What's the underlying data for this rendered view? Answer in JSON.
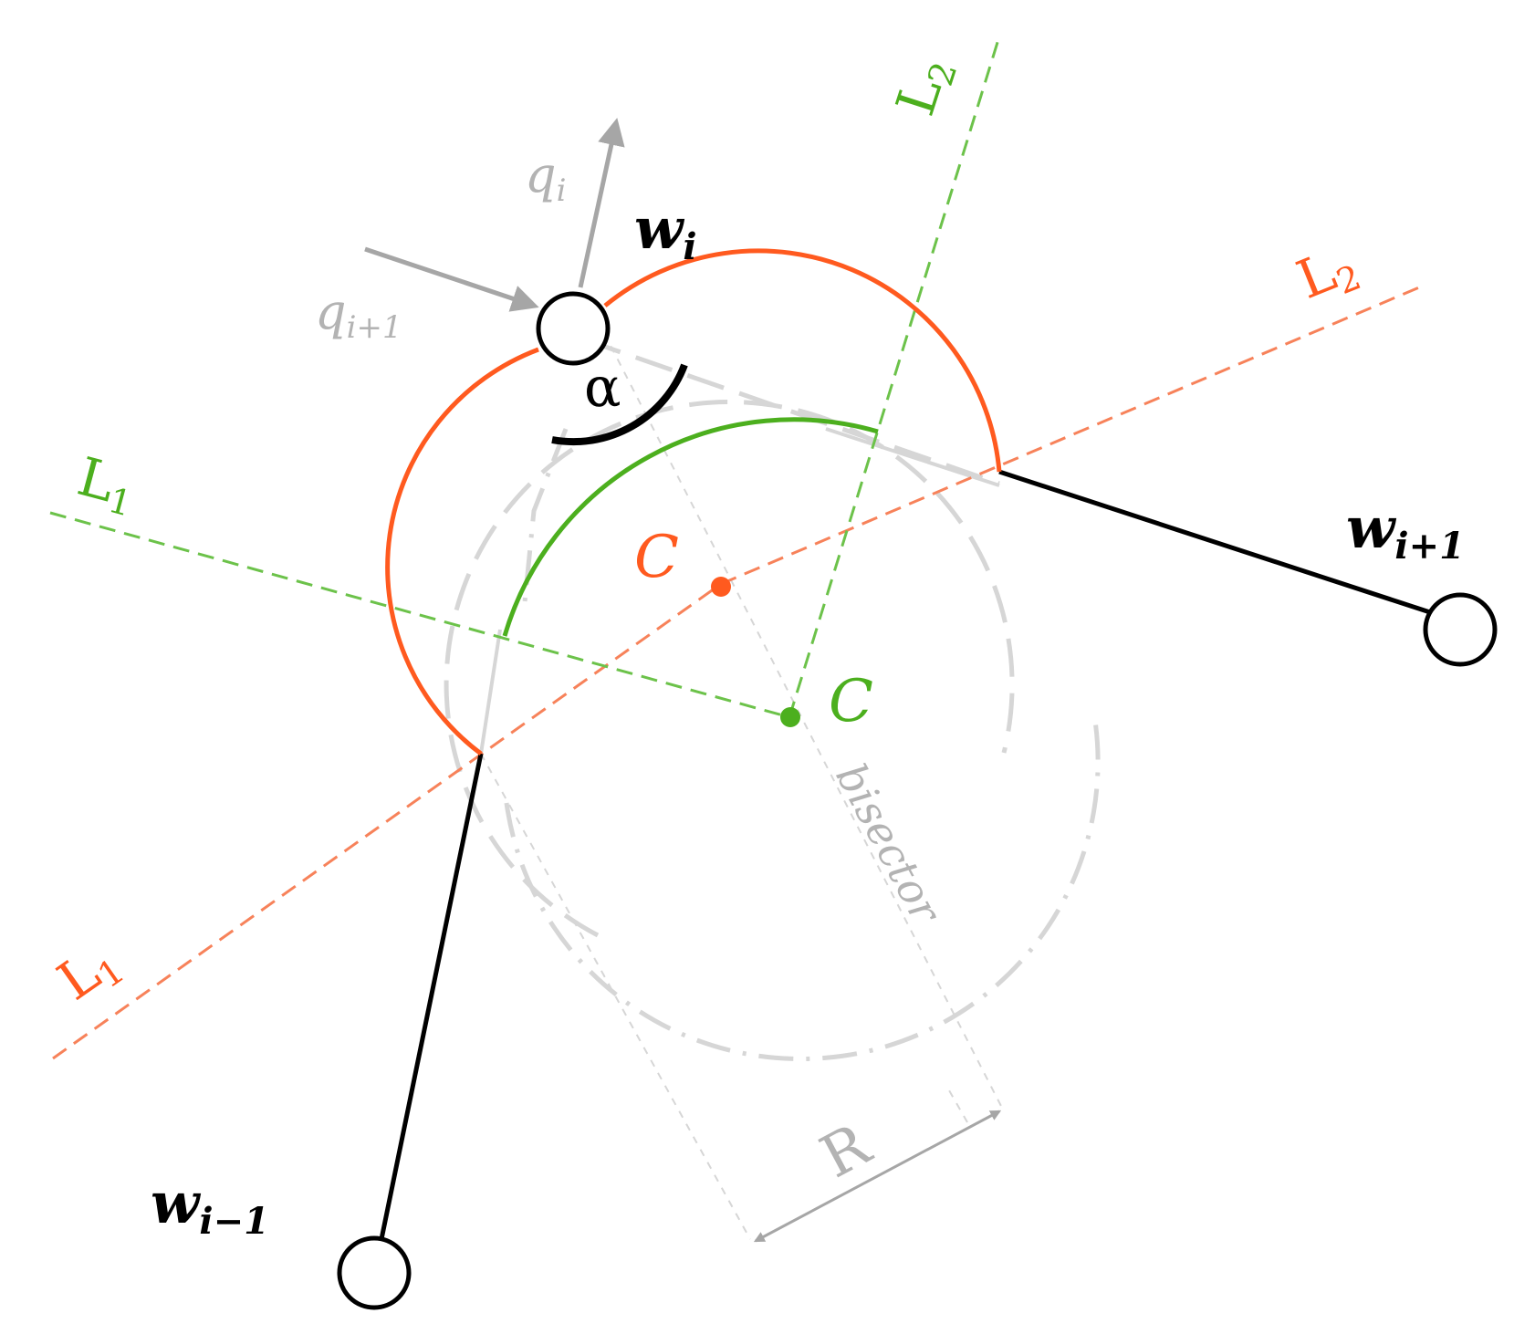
{
  "colors": {
    "orange": "#ff5a1f",
    "orange_dashed": "#f7825a",
    "green": "#4caf1e",
    "green_dashed": "#6cc24a",
    "black": "#000000",
    "gray": "#a6a6a6",
    "light_gray": "#d6d6d6"
  },
  "labels": {
    "w_i": "w",
    "w_i_sub": "i",
    "w_next": "w",
    "w_next_sub": "i+1",
    "w_prev": "w",
    "w_prev_sub": "i−1",
    "q_i": "q",
    "q_i_sub": "i",
    "q_next": "q",
    "q_next_sub": "i+1",
    "alpha": "α",
    "orange_L1": "L",
    "orange_L1_sub": "1",
    "orange_L2": "L",
    "orange_L2_sub": "2",
    "green_L1": "L",
    "green_L1_sub": "1",
    "green_L2": "L",
    "green_L2_sub": "2",
    "orange_C": "C",
    "green_C": "C",
    "bisector": "bisector",
    "radius": "R"
  }
}
